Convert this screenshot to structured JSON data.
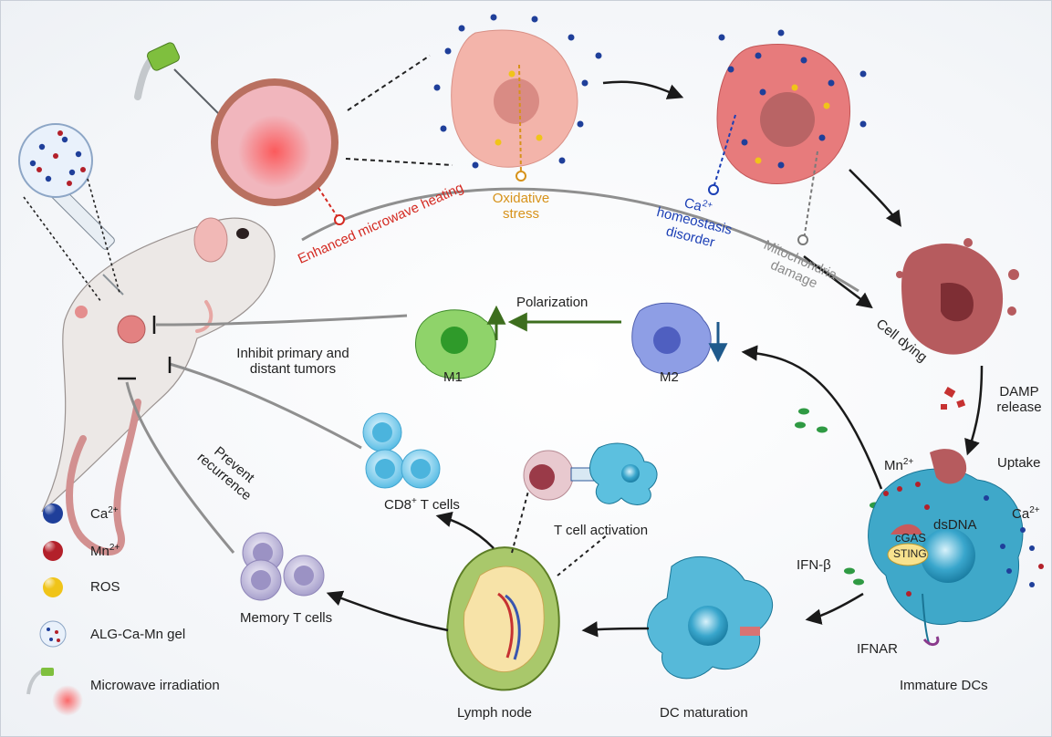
{
  "labels": {
    "enhanced_heating": "Enhanced microwave heating",
    "oxidative_stress": "Oxidative stress",
    "ca_homeostasis_ion": "Ca",
    "ca_homeostasis_charge": "2+",
    "ca_homeostasis_text": "homeostasis disorder",
    "mito_damage": "Mitochondria damage",
    "cell_dying": "Cell dying",
    "damp_release": "DAMP release",
    "uptake": "Uptake",
    "mn_ion": "Mn",
    "mn_charge": "2+",
    "ca_ion": "Ca",
    "ca_charge": "2+",
    "dsdna": "dsDNA",
    "cgas": "cGAS",
    "sting": "STING",
    "ifn_beta": "IFN-β",
    "ifnar": "IFNAR",
    "immature_dcs": "Immature DCs",
    "dc_maturation": "DC maturation",
    "lymph_node": "Lymph node",
    "memory_t": "Memory T cells",
    "cd8_prefix": "CD8",
    "cd8_sup": "+",
    "cd8_suffix": " T cells",
    "t_activation": "T cell activation",
    "polarization": "Polarization",
    "m1": "M1",
    "m2": "M2",
    "inhibit": "Inhibit primary and distant tumors",
    "prevent": "Prevent recurrence"
  },
  "legend": [
    {
      "label_ion": "Ca",
      "label_charge": "2+",
      "color": "#1f3f9a",
      "icon": "calcium-ion-icon"
    },
    {
      "label_ion": "Mn",
      "label_charge": "2+",
      "color": "#b3202a",
      "icon": "manganese-ion-icon"
    },
    {
      "label_ion": "ROS",
      "label_charge": "",
      "color": "#f0c419",
      "icon": "ros-icon"
    },
    {
      "label_ion": "ALG-Ca-Mn gel",
      "label_charge": "",
      "color": "#5a8fd0",
      "icon": "gel-icon"
    },
    {
      "label_ion": "Microwave irradiation",
      "label_charge": "",
      "color": "#ee4b4b",
      "icon": "microwave-probe-icon"
    }
  ],
  "colors": {
    "enhanced_heating": "#d42a22",
    "oxidative_stress": "#d7921a",
    "ca_homeostasis": "#1b3fb5",
    "mito_damage": "#8a8a8a",
    "polarization_arrow": "#3d6e1e",
    "m2_arrow": "#1f5a8c"
  }
}
